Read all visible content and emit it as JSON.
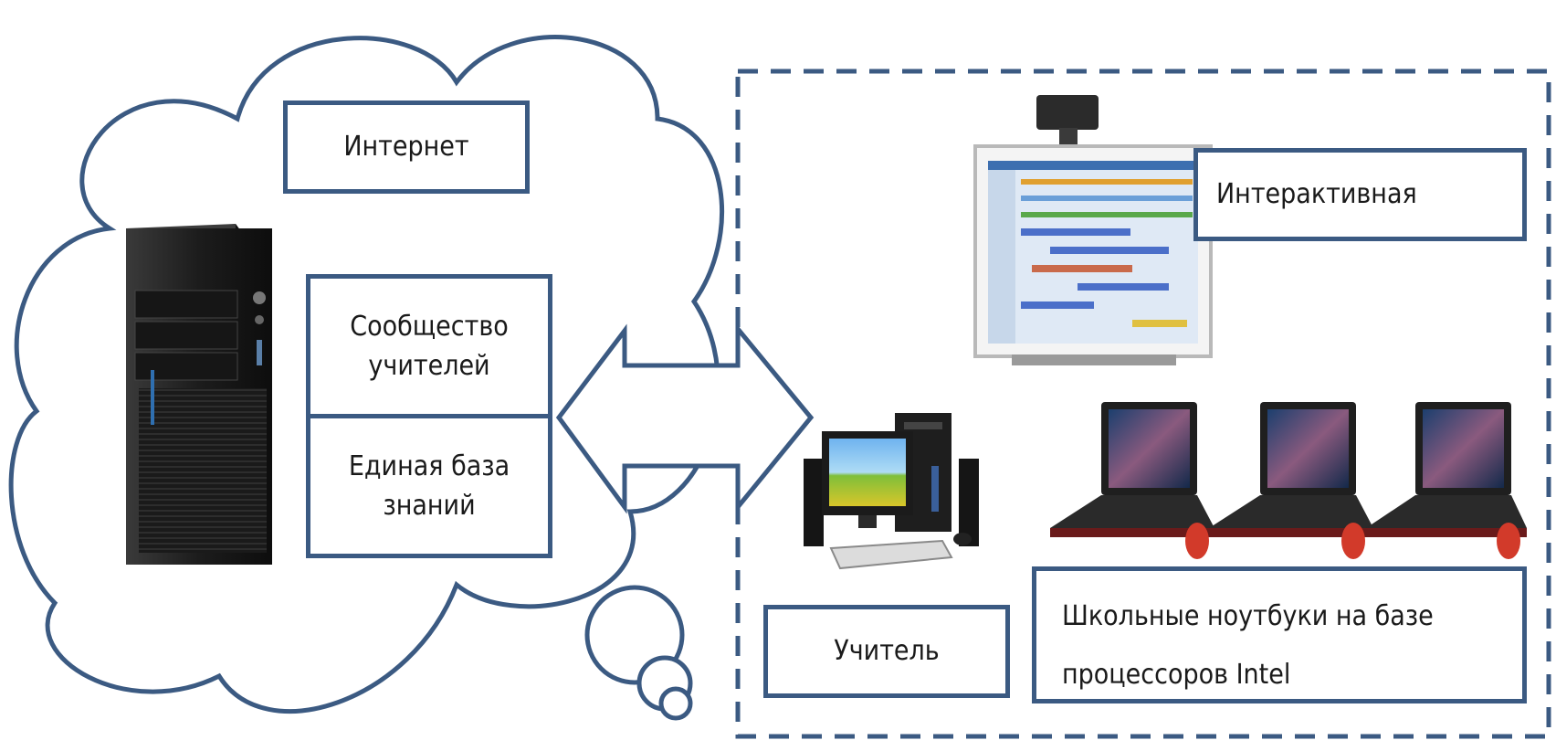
{
  "diagram": {
    "internet_label": "Интернет",
    "community_line1": "Сообщество",
    "community_line2": "учителей",
    "knowledge_line1": "Единая база",
    "knowledge_line2": "знаний",
    "board_label": "Интерактивная",
    "teacher_label": "Учитель",
    "laptops_line1": "Школьные ноутбуки на базе",
    "laptops_line2": "процессоров Intel"
  },
  "colors": {
    "outline": "#3b5a82",
    "board_screen": "#dfe9f5",
    "laptop_body": "#2a2a2a",
    "mouse": "#d23a2a"
  }
}
